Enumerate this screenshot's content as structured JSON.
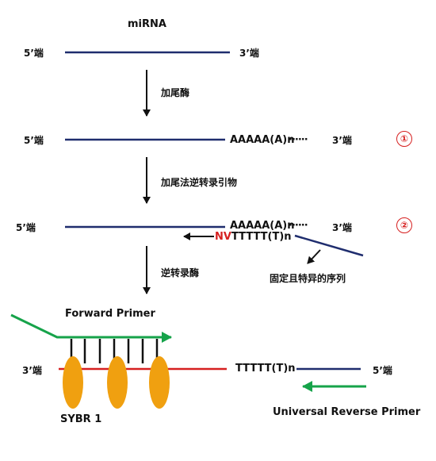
{
  "title": "miRNA",
  "labels": {
    "five_prime": "5’端",
    "three_prime": "3’端",
    "tail": "AAAAA(A)n",
    "dots": "······",
    "nv": "NV",
    "tail_t": "TTTTT(T)n",
    "fixed_seq": "固定且特异的序列",
    "forward_primer": "Forward Primer",
    "sybr": "SYBR 1",
    "universal_reverse_primer": "Universal Reverse Primer"
  },
  "steps": [
    {
      "text": "加尾酶"
    },
    {
      "text": "加尾法逆转录引物"
    },
    {
      "text": "逆转录酶"
    }
  ],
  "markers": [
    "①",
    "②"
  ],
  "colors": {
    "navy": "#1f2d6e",
    "red": "#d62020",
    "green": "#16a34a",
    "orange": "#f0a010",
    "black": "#111111"
  }
}
